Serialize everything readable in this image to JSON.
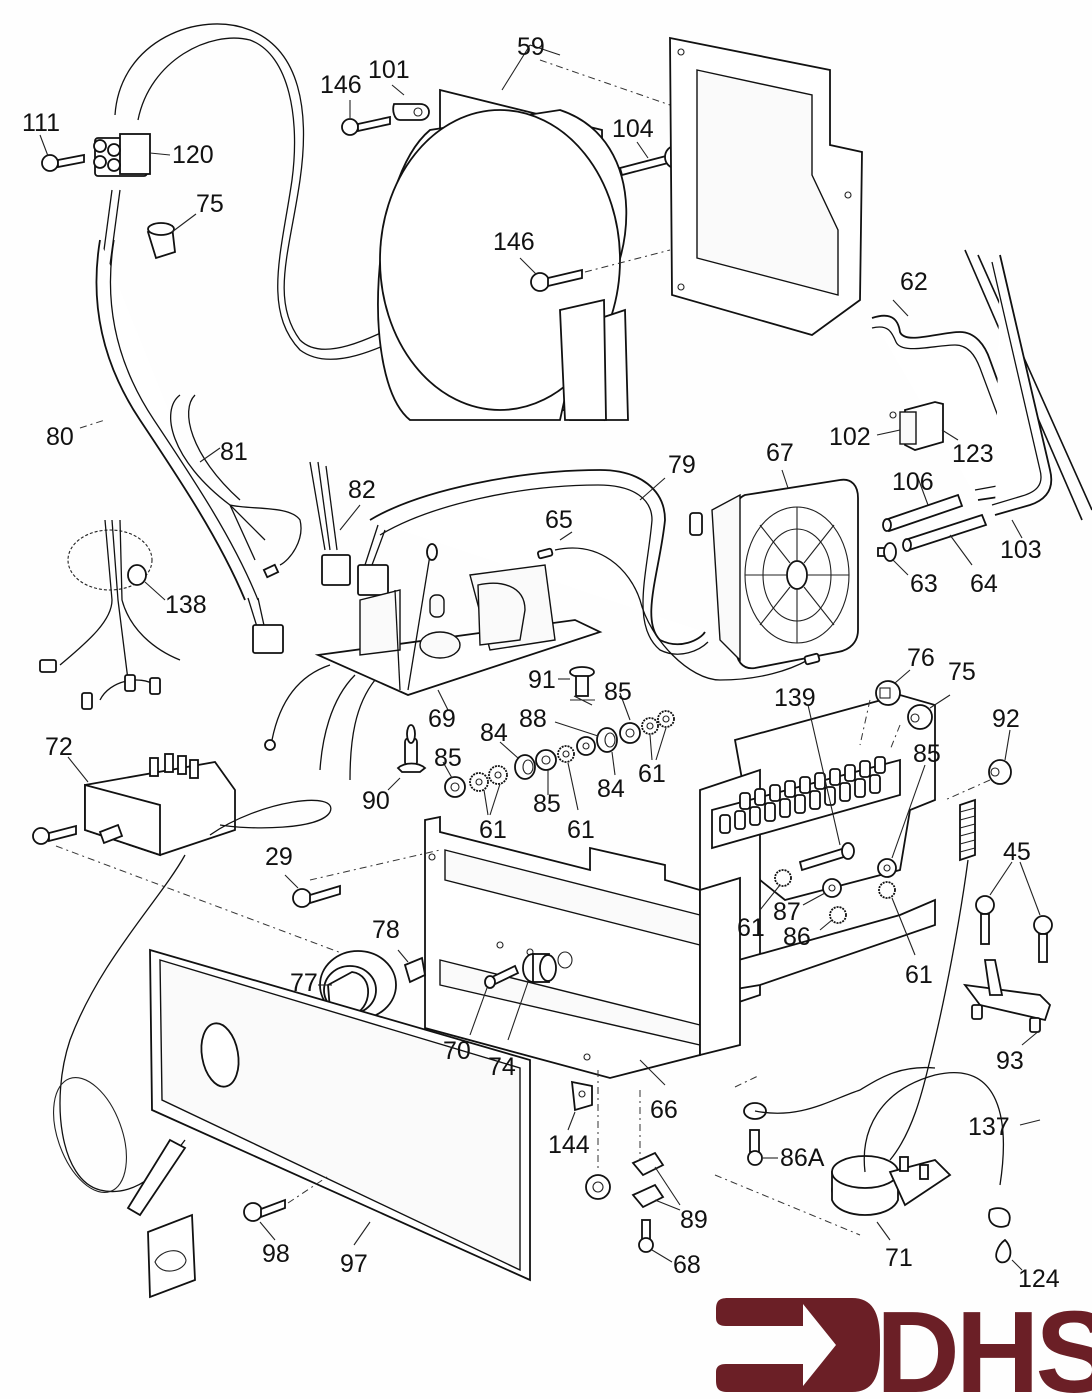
{
  "diagram": {
    "title": "Exploded parts diagram - control panel assembly",
    "logo": {
      "text": "DHS",
      "color": "#6b1f26"
    },
    "line_color": "#111111",
    "background": "#fefefe",
    "callouts": [
      {
        "id": "111",
        "part": "screw"
      },
      {
        "id": "120",
        "part": "terminal-connector"
      },
      {
        "id": "75",
        "part": "bushing"
      },
      {
        "id": "146",
        "part": "screw"
      },
      {
        "id": "101",
        "part": "cable-clip"
      },
      {
        "id": "59",
        "part": "blower-housing"
      },
      {
        "id": "104",
        "part": "pressure-tube-fitting"
      },
      {
        "id": "146b",
        "label": "146",
        "part": "screw"
      },
      {
        "id": "62",
        "part": "hose"
      },
      {
        "id": "80",
        "part": "wiring-harness"
      },
      {
        "id": "81",
        "part": "wiring-harness"
      },
      {
        "id": "82",
        "part": "wire-connector"
      },
      {
        "id": "79",
        "part": "wiring-harness"
      },
      {
        "id": "67",
        "part": "fan-assembly"
      },
      {
        "id": "102",
        "part": "connector"
      },
      {
        "id": "123",
        "part": "connector-housing"
      },
      {
        "id": "106",
        "part": "tube"
      },
      {
        "id": "103",
        "part": "hose"
      },
      {
        "id": "65",
        "part": "lead"
      },
      {
        "id": "63",
        "part": "nipple"
      },
      {
        "id": "64",
        "part": "tube"
      },
      {
        "id": "138",
        "part": "ferrite-ring"
      },
      {
        "id": "69",
        "part": "control-pcb"
      },
      {
        "id": "91",
        "part": "indicator-lamp"
      },
      {
        "id": "76",
        "part": "grommet"
      },
      {
        "id": "75b",
        "label": "75",
        "part": "bushing"
      },
      {
        "id": "85",
        "part": "nut"
      },
      {
        "id": "88",
        "part": "washer"
      },
      {
        "id": "84",
        "part": "spacer"
      },
      {
        "id": "84b",
        "label": "84",
        "part": "spacer"
      },
      {
        "id": "61",
        "part": "shakeproof-washer"
      },
      {
        "id": "139",
        "part": "screw"
      },
      {
        "id": "92",
        "part": "grommet"
      },
      {
        "id": "85b",
        "label": "85",
        "part": "nut"
      },
      {
        "id": "85c",
        "label": "85",
        "part": "nut"
      },
      {
        "id": "85d",
        "label": "85",
        "part": "nut"
      },
      {
        "id": "61b",
        "label": "61",
        "part": "shakeproof-washer"
      },
      {
        "id": "61c",
        "label": "61",
        "part": "shakeproof-washer"
      },
      {
        "id": "61d",
        "label": "61",
        "part": "shakeproof-washer"
      },
      {
        "id": "61e",
        "label": "61",
        "part": "shakeproof-washer"
      },
      {
        "id": "72",
        "part": "thermostat"
      },
      {
        "id": "90",
        "part": "lamp-holder"
      },
      {
        "id": "29",
        "part": "screw"
      },
      {
        "id": "45",
        "part": "screw"
      },
      {
        "id": "87",
        "part": "nut"
      },
      {
        "id": "86",
        "part": "washer"
      },
      {
        "id": "78",
        "part": "clip"
      },
      {
        "id": "77",
        "part": "control-knob"
      },
      {
        "id": "70",
        "part": "push-rod"
      },
      {
        "id": "74",
        "part": "spring"
      },
      {
        "id": "93",
        "part": "bracket"
      },
      {
        "id": "66",
        "part": "control-chassis"
      },
      {
        "id": "144",
        "part": "spring-clip"
      },
      {
        "id": "137",
        "part": "earth-lead"
      },
      {
        "id": "86A",
        "part": "screw"
      },
      {
        "id": "89",
        "part": "clip"
      },
      {
        "id": "98",
        "part": "screw"
      },
      {
        "id": "97",
        "part": "front-panel"
      },
      {
        "id": "68",
        "part": "screw"
      },
      {
        "id": "71",
        "part": "pressure-switch"
      },
      {
        "id": "124",
        "part": "grommet"
      }
    ]
  }
}
